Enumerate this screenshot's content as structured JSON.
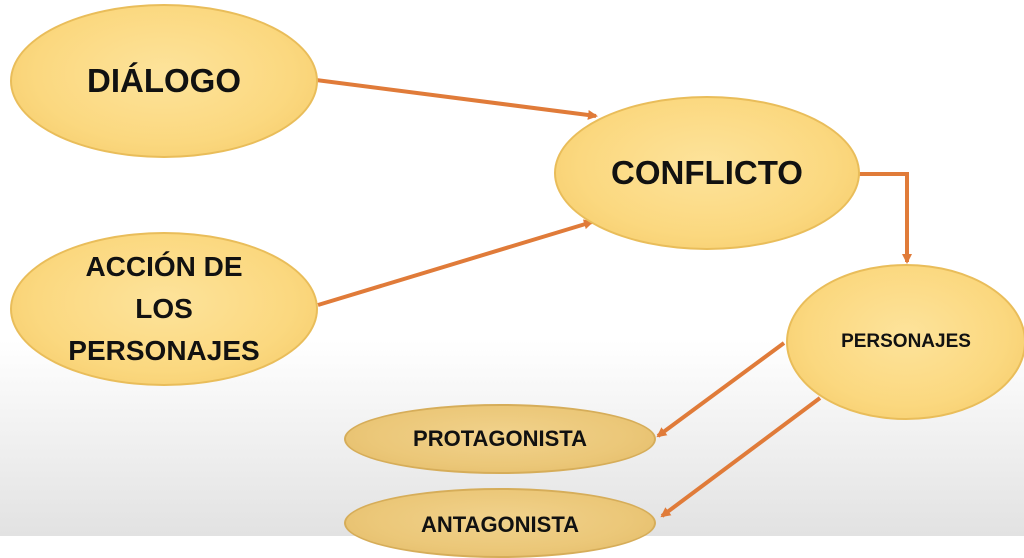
{
  "nodes": {
    "dialogo": "DIÁLOGO",
    "conflicto": "CONFLICTO",
    "accion": [
      "ACCIÓN DE",
      "LOS",
      "PERSONAJES"
    ],
    "personajes": "PERSONAJES",
    "protagonista": "PROTAGONISTA",
    "antagonista": "ANTAGONISTA"
  },
  "edges": [
    {
      "from": "DIÁLOGO",
      "to": "CONFLICTO"
    },
    {
      "from": "ACCIÓN DE LOS PERSONAJES",
      "to": "CONFLICTO"
    },
    {
      "from": "CONFLICTO",
      "to": "PERSONAJES"
    },
    {
      "from": "PERSONAJES",
      "to": "PROTAGONISTA"
    },
    {
      "from": "PERSONAJES",
      "to": "ANTAGONISTA"
    }
  ],
  "colors": {
    "node_fill": "#fbd87f",
    "node_fill_secondary": "#ebc778",
    "arrow": "#e07b39",
    "text": "#111111"
  }
}
